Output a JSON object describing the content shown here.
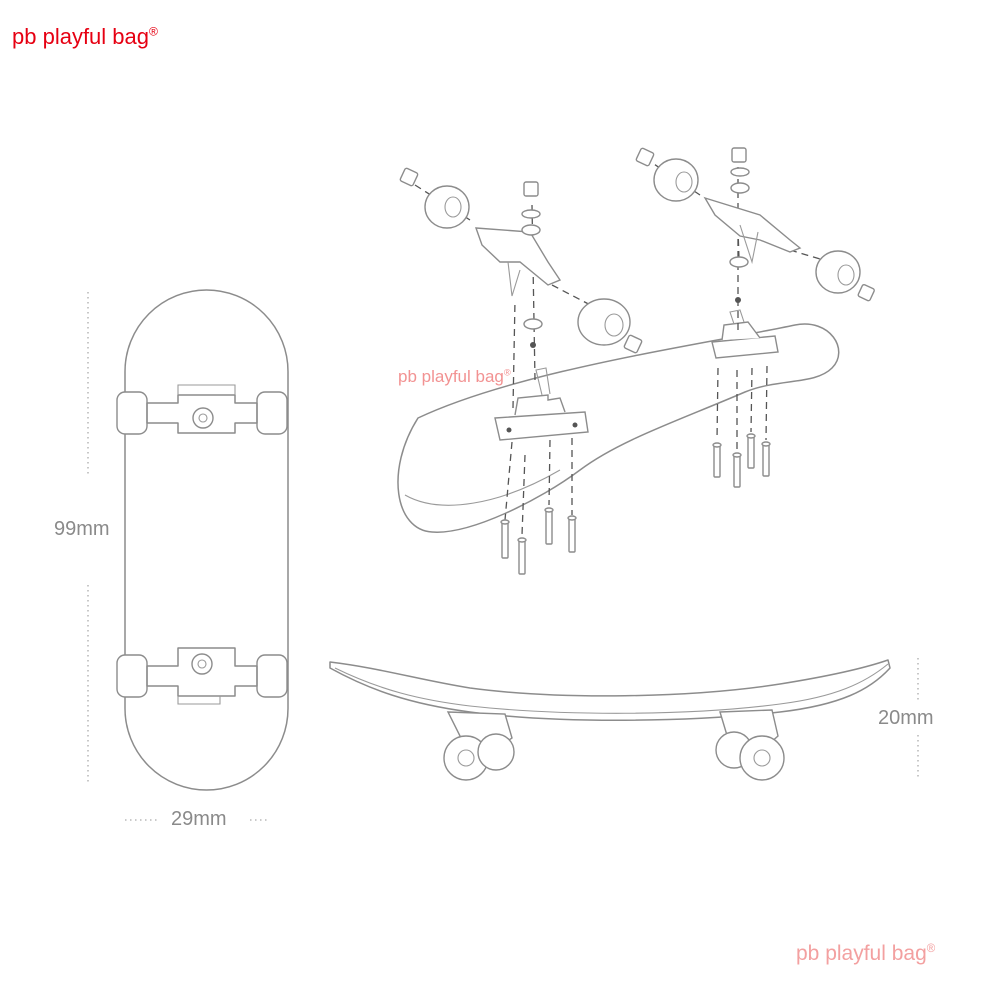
{
  "brand": {
    "text": "pb playful bag",
    "mark": "®"
  },
  "dimensions": {
    "length": "99mm",
    "width": "29mm",
    "height": "20mm"
  },
  "colors": {
    "brand_red": "#e60012",
    "watermark": "#f08080",
    "line": "#8c8c8c"
  }
}
